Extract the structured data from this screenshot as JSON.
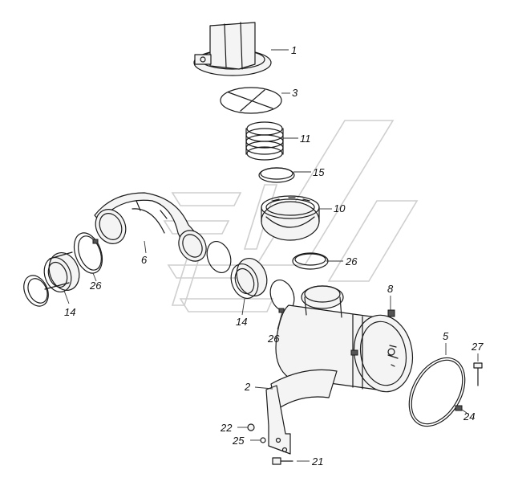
{
  "callouts": [
    {
      "id": "c1",
      "label": "1"
    },
    {
      "id": "c3",
      "label": "3"
    },
    {
      "id": "c11",
      "label": "11"
    },
    {
      "id": "c15",
      "label": "15"
    },
    {
      "id": "c10",
      "label": "10"
    },
    {
      "id": "c26a",
      "label": "26"
    },
    {
      "id": "c6",
      "label": "6"
    },
    {
      "id": "c26b",
      "label": "26"
    },
    {
      "id": "c14a",
      "label": "14"
    },
    {
      "id": "c14b",
      "label": "14"
    },
    {
      "id": "c26c",
      "label": "26"
    },
    {
      "id": "c8",
      "label": "8"
    },
    {
      "id": "c5",
      "label": "5"
    },
    {
      "id": "c27",
      "label": "27"
    },
    {
      "id": "c2",
      "label": "2"
    },
    {
      "id": "c24",
      "label": "24"
    },
    {
      "id": "c22",
      "label": "22"
    },
    {
      "id": "c25",
      "label": "25"
    },
    {
      "id": "c21",
      "label": "21"
    }
  ],
  "colors": {
    "line": "#1a1a1a",
    "watermark": "#cfcfcf",
    "background": "#ffffff"
  }
}
